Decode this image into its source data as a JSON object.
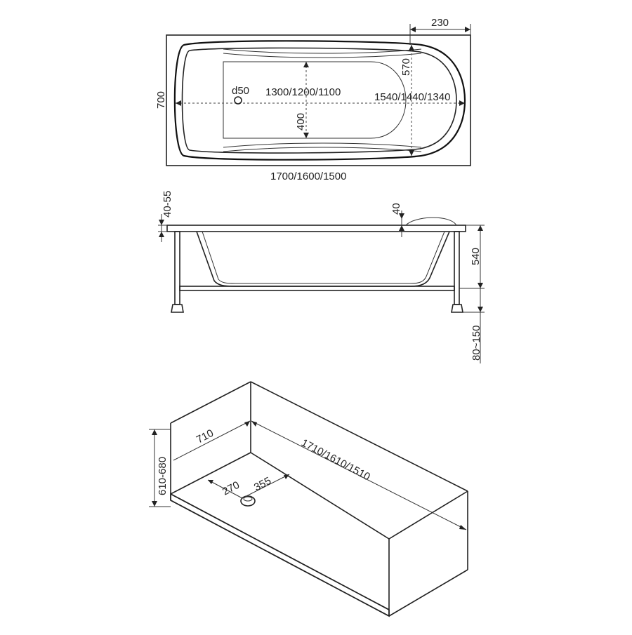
{
  "top_view": {
    "overall_length": "1700/1600/1500",
    "width": "700",
    "headrest_offset": "230",
    "headrest_width": "570",
    "inner_width": "400",
    "drain": "d50",
    "bottom_length": "1300/1200/1100",
    "inner_length": "1540/1440/1340"
  },
  "side_view": {
    "rim_thickness": "40-55",
    "rim_step": "40",
    "height": "540",
    "leg_adjust": "80~150"
  },
  "install_view": {
    "width": "710",
    "length": "1710/1610/1510",
    "height": "610-680",
    "drain_x": "270",
    "drain_y": "355"
  }
}
